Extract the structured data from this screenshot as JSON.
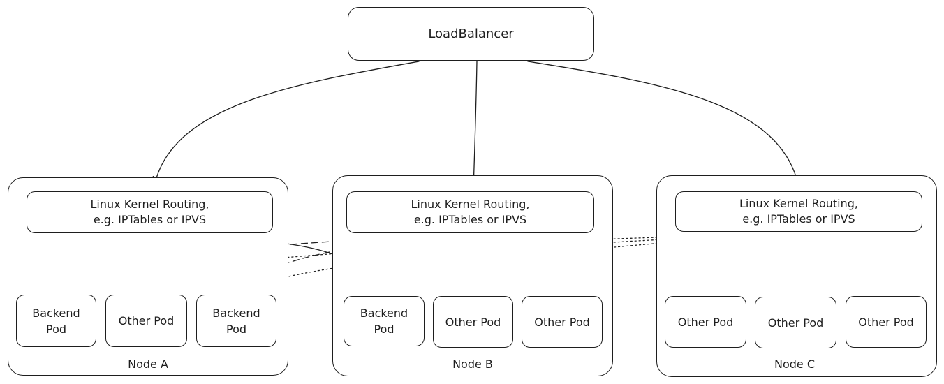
{
  "load_balancer": {
    "label": "LoadBalancer"
  },
  "nodes": [
    {
      "label": "Node A",
      "routing": {
        "line1": "Linux Kernel Routing,",
        "line2": "e.g. IPTables or IPVS"
      },
      "pods": [
        {
          "line1": "Backend",
          "line2": "Pod"
        },
        {
          "line1": "Other Pod",
          "line2": ""
        },
        {
          "line1": "Backend",
          "line2": "Pod"
        }
      ]
    },
    {
      "label": "Node B",
      "routing": {
        "line1": "Linux Kernel Routing,",
        "line2": "e.g. IPTables or IPVS"
      },
      "pods": [
        {
          "line1": "Backend",
          "line2": "Pod"
        },
        {
          "line1": "Other Pod",
          "line2": ""
        },
        {
          "line1": "Other Pod",
          "line2": ""
        }
      ]
    },
    {
      "label": "Node C",
      "routing": {
        "line1": "Linux Kernel Routing,",
        "line2": "e.g. IPTables or IPVS"
      },
      "pods": [
        {
          "line1": "Other Pod",
          "line2": ""
        },
        {
          "line1": "Other Pod",
          "line2": ""
        },
        {
          "line1": "Other Pod",
          "line2": ""
        }
      ]
    }
  ],
  "colors": {
    "stroke": "#1e1e1e",
    "background": "#ffffff"
  }
}
